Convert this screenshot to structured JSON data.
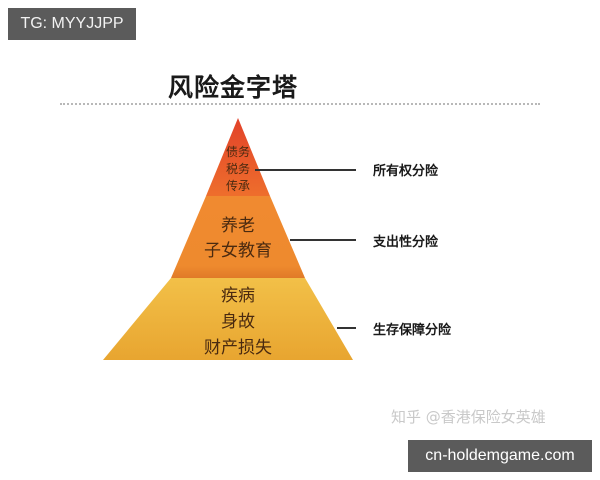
{
  "watermark_badge": {
    "text": "TG: MYYJJPP"
  },
  "diagram": {
    "title": "风险金字塔",
    "tiers": [
      {
        "level": "top",
        "lines": [
          "债务",
          "税务",
          "传承"
        ],
        "color": "#e8532a",
        "category": "所有权分险"
      },
      {
        "level": "middle",
        "lines": [
          "养老",
          "子女教育"
        ],
        "color": "#ef8a2c",
        "category": "支出性分险"
      },
      {
        "level": "bottom",
        "lines": [
          "疾病",
          "身故",
          "财产损失"
        ],
        "color": "#f2b63a",
        "category": "生存保障分险"
      }
    ]
  },
  "source_watermark": {
    "text": "知乎 @香港保险女英雄"
  },
  "site_badge": {
    "text": "cn-holdemgame.com"
  }
}
